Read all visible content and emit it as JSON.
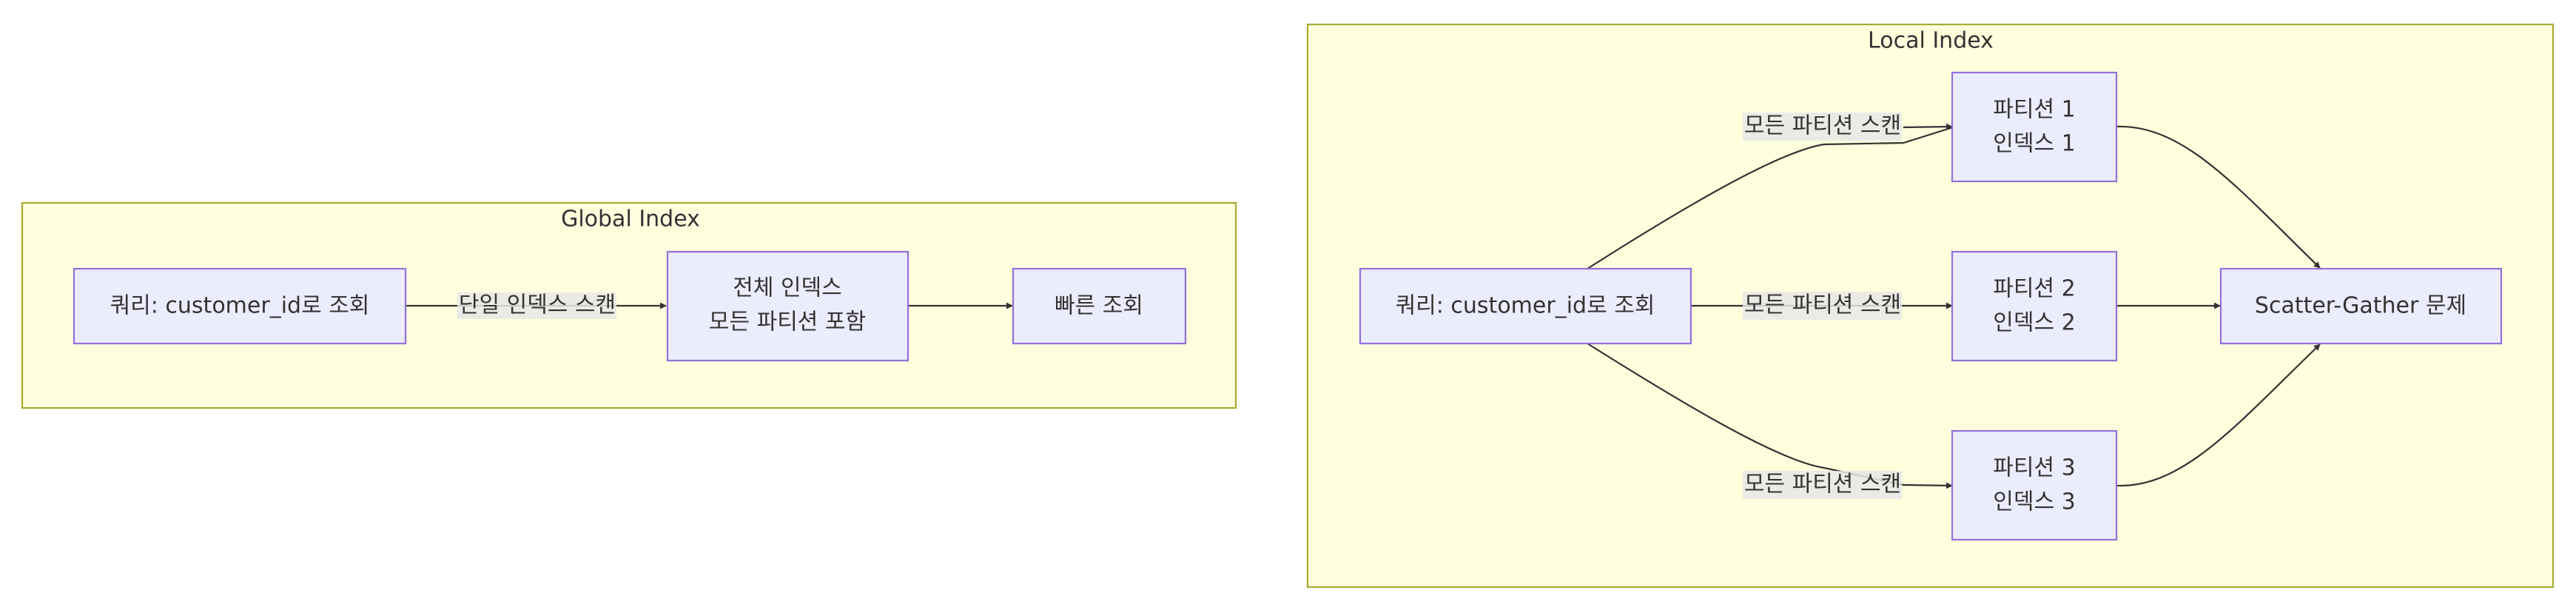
{
  "colors": {
    "cluster_fill": "#ffffde",
    "cluster_border": "#aaaa33",
    "node_fill": "#ececff",
    "node_border": "#9370db",
    "edge": "#333333",
    "text": "#333333",
    "edge_label_bg": "#e8e8e8"
  },
  "global_index": {
    "title": "Global Index",
    "query_node": "쿼리: customer_id로 조회",
    "scan_label": "단일 인덱스 스캔",
    "full_index_line1": "전체 인덱스",
    "full_index_line2": "모든 파티션 포함",
    "fast_lookup": "빠른 조회"
  },
  "local_index": {
    "title": "Local Index",
    "query_node": "쿼리: customer_id로 조회",
    "scan_label_1": "모든 파티션 스캔",
    "scan_label_2": "모든 파티션 스캔",
    "scan_label_3": "모든 파티션 스캔",
    "partition_1_line1": "파티션 1",
    "partition_1_line2": "인덱스 1",
    "partition_2_line1": "파티션 2",
    "partition_2_line2": "인덱스 2",
    "partition_3_line1": "파티션 3",
    "partition_3_line2": "인덱스 3",
    "problem_node": "Scatter-Gather 문제"
  }
}
